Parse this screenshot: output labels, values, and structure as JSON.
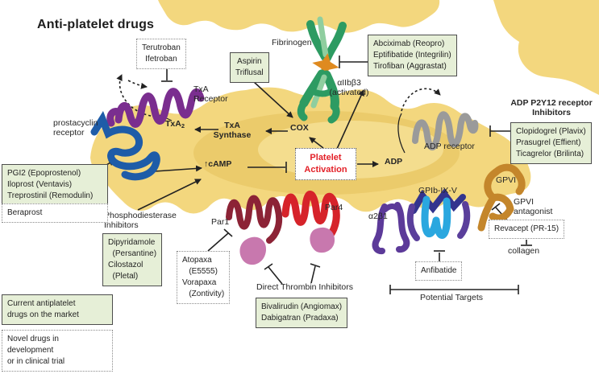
{
  "title": "Anti-platelet drugs",
  "labels": {
    "fibrinogen": "Fibrinogen",
    "aiibb3": "αIIbβ3\n(activated)",
    "txa_receptor": "TxA\nReceptor",
    "txa2_base": "TxA",
    "txa2_sub": "2",
    "txa_synthase": "TxA\nSynthase",
    "cox": "COX",
    "camp": "↑cAMP",
    "platelet_activation": "Platelet\nActivation",
    "adp": "ADP",
    "adp_receptor": "ADP receptor",
    "p2y12_inhibitors": "ADP P2Y12 receptor\nInhibitors",
    "prostacyclin_receptor": "prostacyclin\nreceptor",
    "pde_inhibitors": "Phosphodiesterase\nInhibitors",
    "par1": "Par1",
    "par4": "Par4",
    "a2b1": "α2β1",
    "gpib_ix_v": "GPIb-IX-V",
    "gpvi": "GPVI",
    "gpvi_antagonist": "GPVI\nantagonist",
    "collagen": "collagen",
    "potential_targets": "Potential Targets",
    "direct_thrombin_inhibitors": "Direct Thrombin Inhibitors"
  },
  "boxes": {
    "terutroban": {
      "type": "novel",
      "text": "Terutroban\nIfetroban"
    },
    "aspirin": {
      "type": "current",
      "text": "Aspirin\nTriflusal"
    },
    "abciximab": {
      "type": "current",
      "text": "Abciximab (Reopro)\nEptifibatide (Integrilin)\nTirofiban (Aggrastat)"
    },
    "clopidogrel": {
      "type": "current",
      "text": "Clopidogrel (Plavix)\nPrasugrel (Effient)\nTicagrelor (Brilinta)"
    },
    "pgi2": {
      "type": "current",
      "text": "PGI2 (Epoprostenol)\nIloprost (Ventavis)\nTreprostinil (Remodulin)"
    },
    "beraprost": {
      "type": "novel",
      "text": "Beraprost"
    },
    "dipyridamole": {
      "type": "current",
      "text": "Dipyridamole\n  (Persantine)\nCilostazol\n  (Pletal)"
    },
    "atopaxa": {
      "type": "novel",
      "text": "Atopaxa\n   (E5555)\nVorapaxa\n   (Zontivity)"
    },
    "bivalirudin": {
      "type": "current",
      "text": "Bivalirudin (Angiomax)\nDabigatran (Pradaxa)"
    },
    "anfibatide": {
      "type": "novel",
      "text": "Anfibatide"
    },
    "revacept": {
      "type": "novel",
      "text": "Revacept (PR-15)"
    }
  },
  "legend": {
    "current": "Current antiplatelet\ndrugs on the market",
    "novel": "Novel drugs in\ndevelopment\nor in clinical trial"
  },
  "colors": {
    "platelet": "#F3D77E",
    "platelet_inner": "#E3BC55",
    "current_box_bg": "#E6EFD7",
    "activation_text": "#E32028",
    "txa_receptor": "#7A2E8F",
    "prostacyclin_receptor": "#1E5CA8",
    "adp_receptor": "#9A9A9A",
    "gpvi_receptor": "#C4862B",
    "gpib_receptor": "#2AA7DF",
    "a2b1_receptor": "#5C3A99",
    "par1_receptor": "#8C2336",
    "par4_receptor": "#D6232A",
    "thrombin": "#C878AE",
    "fibrinogen_green": "#2D9B62",
    "fibrinogen_star": "#DF8A1F"
  }
}
